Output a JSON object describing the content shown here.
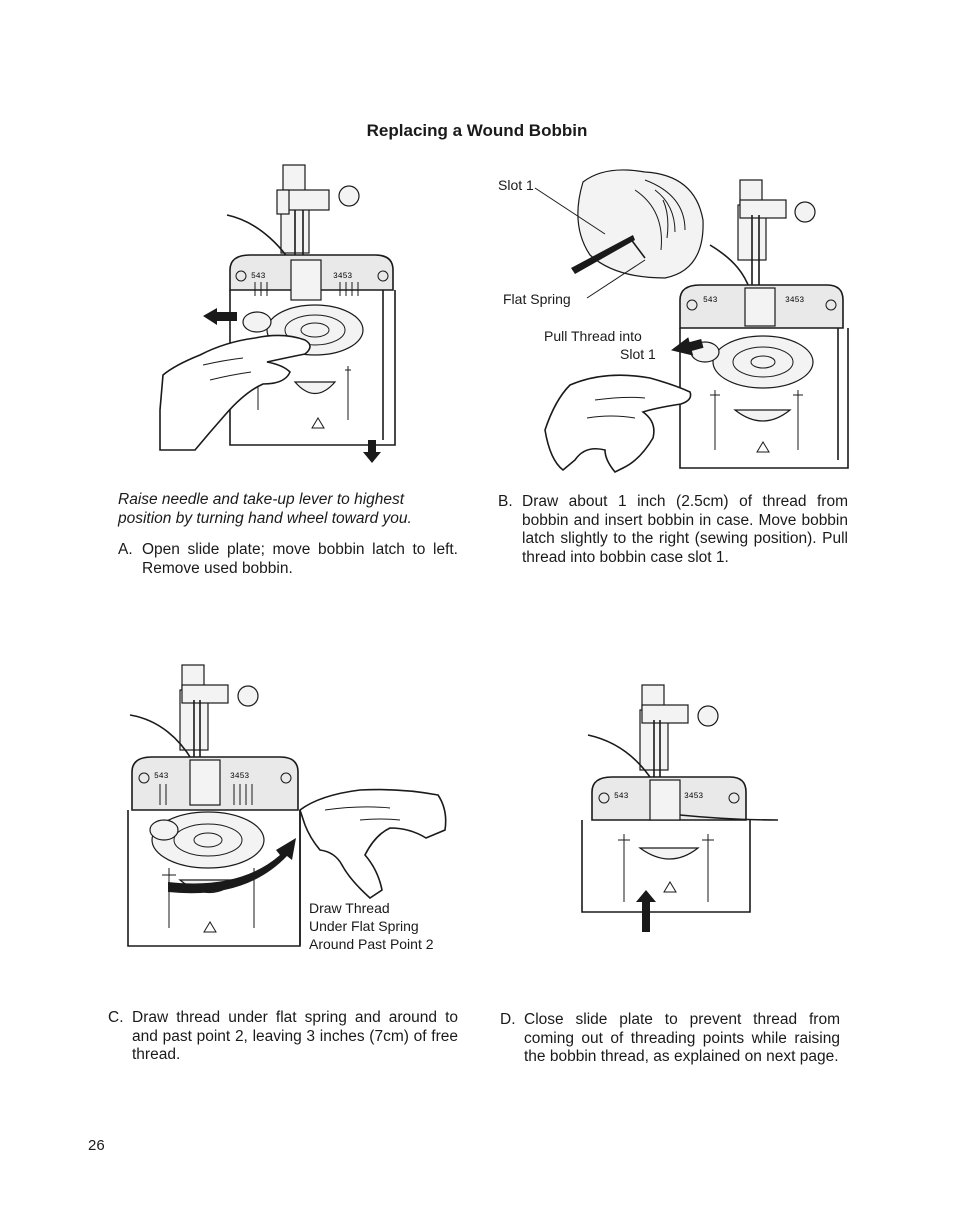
{
  "page": {
    "title": "Replacing a Wound Bobbin",
    "page_number": "26"
  },
  "panel_a": {
    "intro": "Raise needle and take-up lever to highest position by turning hand wheel toward you.",
    "letter": "A.",
    "text": "Open slide plate; move bobbin latch to left. Remove used bobbin."
  },
  "panel_b": {
    "label_slot": "Slot 1",
    "label_flat_spring": "Flat Spring",
    "label_pull_1": "Pull Thread into",
    "label_pull_2": "Slot 1",
    "letter": "B.",
    "text": "Draw about 1 inch (2.5cm) of thread from bobbin and insert bobbin in case. Move bobbin latch slightly to the right (sewing position). Pull thread into bobbin case slot 1."
  },
  "panel_c": {
    "label_1": "Draw Thread",
    "label_2": "Under Flat Spring",
    "label_3": "Around Past Point 2",
    "letter": "C.",
    "text": "Draw thread under flat spring and around to and past point 2, leaving 3 inches (7cm) of free thread."
  },
  "panel_d": {
    "letter": "D.",
    "text": "Close slide plate to prevent thread from coming out of threading points while raising the bobbin thread, as explained on next page."
  },
  "plate_markings": {
    "left": "543",
    "right": "3453"
  }
}
